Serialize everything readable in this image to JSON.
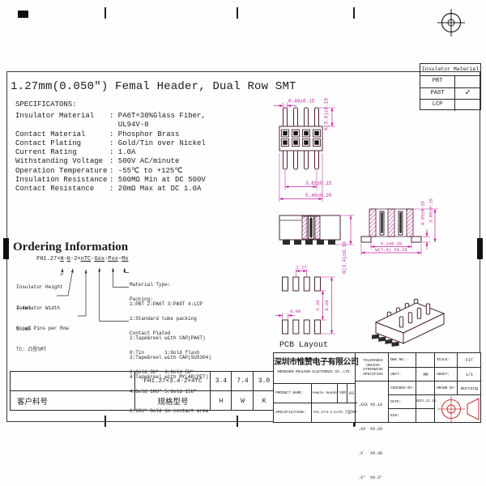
{
  "title": "1.27mm(0.050″) Femal Header, Dual Row SMT",
  "colors": {
    "dimension": "#c5239f",
    "part_outline": "#4a2335",
    "projection_symbol": "#c43b3b"
  },
  "insulator_table": {
    "header": "Insulator Material",
    "rows": [
      {
        "name": "PBT",
        "check": ""
      },
      {
        "name": "PA6T",
        "check": "✓"
      },
      {
        "name": "LCP",
        "check": ""
      }
    ]
  },
  "specs": {
    "heading": "SPECIFICATONS:",
    "rows": [
      {
        "label": "Insulator Material",
        "value": ": PA6T+30%Glass Fiber,"
      },
      {
        "label": "",
        "value": "  UL94V-0"
      },
      {
        "label": "Contact Material",
        "value": ": Phosphor Brass"
      },
      {
        "label": "Contact Plating",
        "value": ": Gold/Tin over Nickel"
      },
      {
        "label": "Current Rating",
        "value": ": 1.0A"
      },
      {
        "label": "Withstanding Voltage",
        "value": ": 500V AC/minute"
      },
      {
        "label": "Operation Temperature",
        "value": ": -55℃ to +125℃"
      },
      {
        "label": "Insulation Resistance",
        "value": ": 500MΩ Min at DC 500V"
      },
      {
        "label": "Contact Resistance",
        "value": ": 20mΩ Max at DC 1.0A"
      }
    ]
  },
  "ordering": {
    "heading": "Ordering Information",
    "part_number_segments": [
      {
        "t": "FH1.27×",
        "u": false
      },
      {
        "t": "H",
        "u": true
      },
      {
        "t": "-",
        "u": false
      },
      {
        "t": "K",
        "u": true
      },
      {
        "t": "-2×",
        "u": false
      },
      {
        "t": "n",
        "u": true
      },
      {
        "t": "TC",
        "u": true
      },
      {
        "t": "-",
        "u": false
      },
      {
        "t": "Gxx",
        "u": true
      },
      {
        "t": "-",
        "u": false
      },
      {
        "t": "Pxx",
        "u": true
      },
      {
        "t": "-",
        "u": false
      },
      {
        "t": "Mx",
        "u": true
      }
    ],
    "left_labels": [
      {
        "line1": "Insulator Height",
        "line2": "3.4mm"
      },
      {
        "line1": "Insulator Width",
        "line2": "3.0mm"
      },
      {
        "line1": "No.of Pins per Row",
        "line2": "TC: 凸型SMT"
      }
    ],
    "material_type": {
      "title": "Material Type:",
      "lines": [
        "1:PBT 2:PA6T 3:PA9T 4:LCP"
      ]
    },
    "packing": {
      "title": "Packing:",
      "lines": [
        "1:Standard tube packing",
        "2:Tape&reel with CAP(PA6T)",
        "3:Tape&reel with CAP(SUS304)",
        "4:Tape&reel with MYLAR(PET)"
      ]
    },
    "contact_plated": {
      "title": "Contact Plated",
      "lines": [
        "0:Tin       1:Gold flash",
        "2:Gold 3U\"  3:Gold 5U\"",
        "4:Gold 10U\" 5:Gold 15U\"",
        "6:30U\" Gold in contact area"
      ]
    }
  },
  "dims": {
    "front": {
      "pin_width": "0.40±0.15",
      "pin_height": "K(3.0)±0.10",
      "span": "3.81±0.15",
      "overall": "5.48±0.20"
    },
    "side": {
      "height": "H(3.4)±0.10"
    },
    "end": {
      "inner": "5.1±0.20",
      "overall": "W(7.4) ±0.25",
      "lead": "0.85±0.15",
      "total": "3.05±0.15"
    },
    "pcb": {
      "pitch": "1.27",
      "pad": "0.60",
      "inner": "4.20",
      "outer": "8.20",
      "label": "PCB Layout"
    }
  },
  "client_table": {
    "values": [
      "",
      "FH1.27×3.4-2×4TC",
      "3.4",
      "7.4",
      "3.0"
    ],
    "labels": [
      "客户料号",
      "规格型号",
      "H",
      "W",
      "K"
    ]
  },
  "title_block": {
    "company_cn": "深圳市惟赞电子有限公司",
    "company_en": "SHENZHEN REALRUN ELECTRONIC CO.,LTD.",
    "product_name_label": "PRODUCT NAME:",
    "product_name": "Female Header",
    "ver_label": "VER:",
    "ver": "03",
    "spec_label": "SPECIFICATION:",
    "spec_value": "FH1.27×3.4-2×4TC 凸型SMT",
    "tolerance_title": "TOLERANCE UNLESS OTHERWISE SPECIFIED",
    "tolerances": [
      ".XXX ±0.10",
      ".XX  ±0.20",
      ".X   ±0.30",
      ".X°  ±0.3°"
    ],
    "fields": {
      "dwg_no_label": "DWG NO.:",
      "dwg_no": "",
      "unit_label": "UNIT:",
      "unit": "MM",
      "scale_label": "SCALE:",
      "scale": "FIT",
      "sheet_label": "SHEET:",
      "sheet": "1/1",
      "checked_label": "CHECKED BY:",
      "checked": "",
      "drawn_label": "DRAWN BY:",
      "drawn": "Burning",
      "date_label": "DATE:",
      "date": "2024.11.18",
      "ecn_label": "ECN:",
      "ecn": ""
    }
  }
}
